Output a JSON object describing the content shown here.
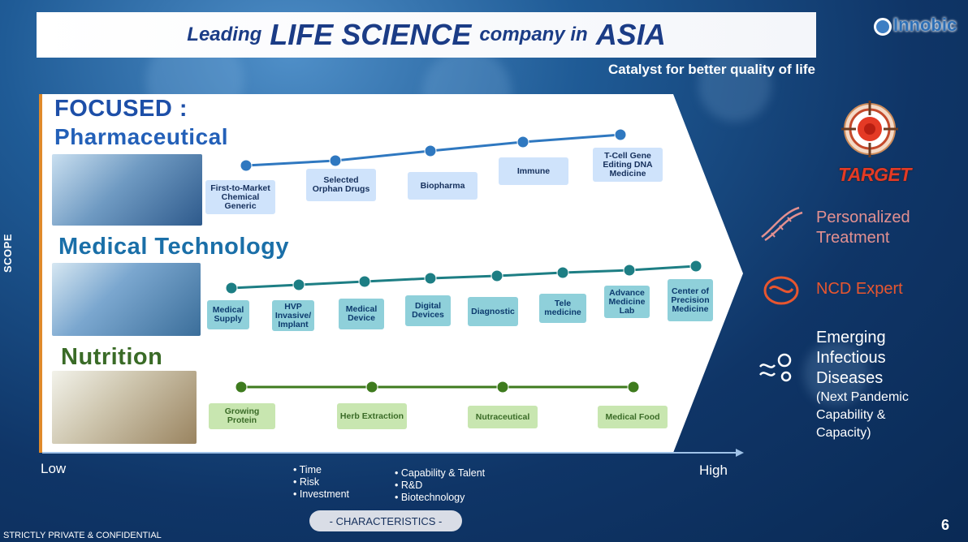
{
  "header": {
    "title_prefix": "Leading",
    "title_main": "LIFE SCIENCE",
    "title_mid": "company in",
    "title_end": "ASIA",
    "subtitle": "Catalyst for better quality of life",
    "logo_text": "Innobic"
  },
  "sections": {
    "focused": "FOCUSED :",
    "pharmaceutical": "Pharmaceutical",
    "medical_technology": "Medical Technology",
    "nutrition": "Nutrition"
  },
  "scope_label": "SCOPE",
  "axis": {
    "low": "Low",
    "high": "High"
  },
  "characteristics": {
    "list1": [
      "• Time",
      "• Risk",
      "• Investment"
    ],
    "list2": [
      "• Capability & Talent",
      "• R&D",
      "• Biotechnology"
    ],
    "pill": "- CHARACTERISTICS -"
  },
  "footer": {
    "confidential": "STRICTLY PRIVATE & CONFIDENTIAL",
    "page": "6"
  },
  "chart_data": {
    "type": "line",
    "series": [
      {
        "name": "Pharmaceutical",
        "color": "#2f78c0",
        "points": [
          {
            "label": "First-to-Market Chemical Generic"
          },
          {
            "label": "Selected Orphan Drugs"
          },
          {
            "label": "Biopharma"
          },
          {
            "label": "Immune"
          },
          {
            "label": "T-Cell Gene Editing DNA Medicine"
          }
        ]
      },
      {
        "name": "Medical Technology",
        "color": "#1d7e84",
        "points": [
          {
            "label": "Medical Supply"
          },
          {
            "label": "HVP Invasive/ Implant"
          },
          {
            "label": "Medical Device"
          },
          {
            "label": "Digital Devices"
          },
          {
            "label": "Diagnostic"
          },
          {
            "label": "Tele medicine"
          },
          {
            "label": "Advance Medicine Lab"
          },
          {
            "label": "Center of Precision Medicine"
          }
        ]
      },
      {
        "name": "Nutrition",
        "color": "#3e7b1e",
        "points": [
          {
            "label": "Growing Protein"
          },
          {
            "label": "Herb Extraction"
          },
          {
            "label": "Nutraceutical"
          },
          {
            "label": "Medical Food"
          }
        ]
      }
    ]
  },
  "target": {
    "label": "TARGET",
    "items": {
      "personalized": [
        "Personalized",
        "Treatment"
      ],
      "ncd": "NCD Expert",
      "emerging": [
        "Emerging",
        "Infectious",
        "Diseases"
      ],
      "emerging_sub": [
        "(Next Pandemic",
        "Capability &",
        "Capacity)"
      ]
    },
    "colors": {
      "target": "#e43a25",
      "personalized": "#e39090",
      "ncd": "#e8562f"
    }
  }
}
